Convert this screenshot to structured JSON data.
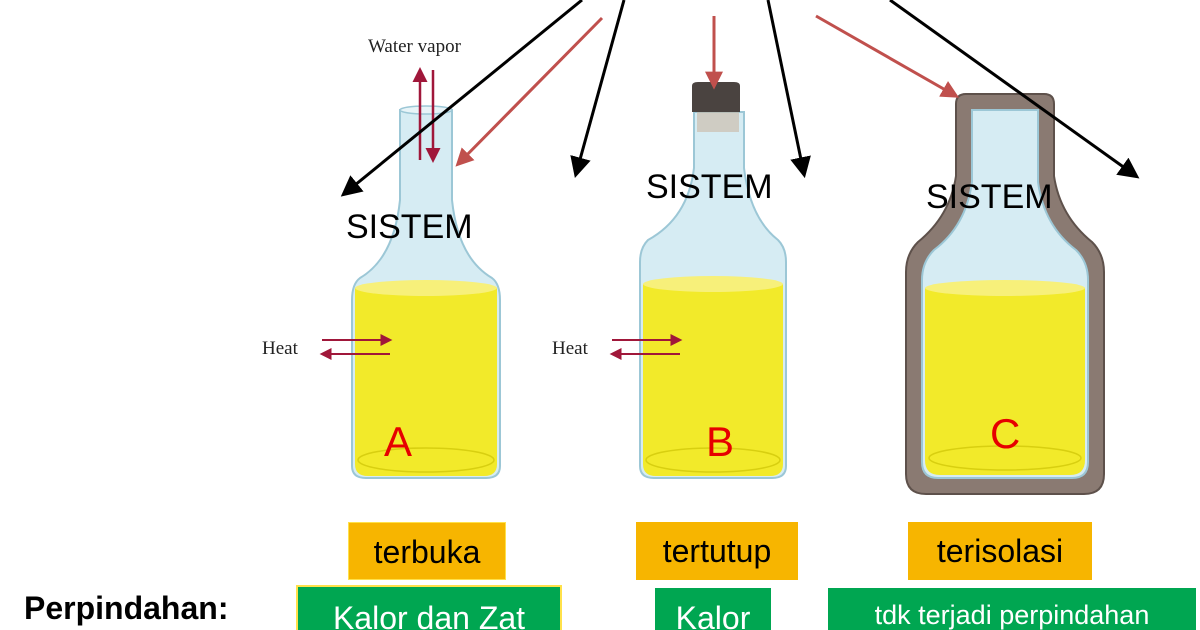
{
  "diagram": {
    "water_vapor_label": "Water vapor",
    "heat_label": "Heat",
    "system_label": "SISTEM",
    "letters": {
      "a": "A",
      "b": "B",
      "c": "C"
    }
  },
  "types": {
    "open": "terbuka",
    "closed": "tertutup",
    "isolated": "terisolasi"
  },
  "transfer": {
    "heading": "Perpindahan:",
    "open": "Kalor dan Zat",
    "closed": "Kalor",
    "isolated": "tdk terjadi perpindahan"
  },
  "colors": {
    "liquid": "#f2ea2a",
    "glass": "#cfe8f2",
    "insulation": "#8a7a72",
    "cork": "#4a4340",
    "heat_arrow": "#a0173a",
    "system_arrow": "#c0504d",
    "letter": "#e60000",
    "type_box": "#f7b500",
    "transfer_box": "#00a651"
  }
}
